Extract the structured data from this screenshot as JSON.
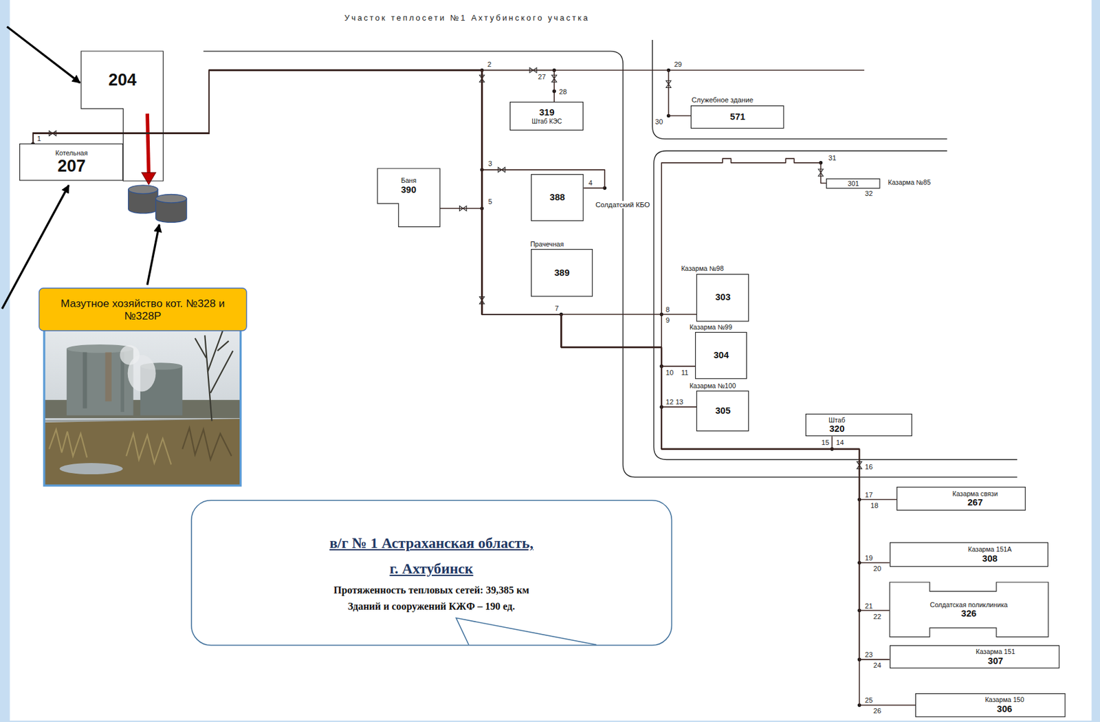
{
  "diagram": {
    "title": "Участок теплосети №1 Ахтубинского участка",
    "nodes": [
      {
        "text": [
          "204"
        ]
      },
      {
        "text": [
          "Котельная",
          "207"
        ]
      },
      {
        "text": [
          "319",
          "Штаб КЭС"
        ]
      },
      {
        "text": [
          "Служебное здание",
          "571"
        ]
      },
      {
        "text": [
          "Баня",
          "390"
        ]
      },
      {
        "text": [
          "388",
          "Солдатский КБО"
        ]
      },
      {
        "text": [
          "301",
          "Казарма №85"
        ]
      },
      {
        "text": [
          "Прачечная",
          "389"
        ]
      },
      {
        "text": [
          "Мазутное хозяйство кот. №328 и №328Р"
        ]
      },
      {
        "text": [
          "Казарма №98",
          "303"
        ]
      },
      {
        "text": [
          "Казарма №99",
          "304"
        ]
      },
      {
        "text": [
          "Казарма №100",
          "305"
        ]
      },
      {
        "text": [
          "Штаб",
          "320"
        ]
      },
      {
        "text": [
          "Казарма связи",
          "267"
        ]
      },
      {
        "text": [
          "в/г № 1 Астраханская область, г. Ахтубинск",
          "Протяженность тепловых сетей: 39,385 км",
          "Зданий и сооружений КЖФ – 190 ед."
        ]
      },
      {
        "text": [
          "Казарма 151А",
          "308"
        ]
      },
      {
        "text": [
          "Солдатская поликлиника",
          "326"
        ]
      },
      {
        "text": [
          "Казарма 151",
          "307"
        ]
      },
      {
        "text": [
          "Казарма 150",
          "306"
        ]
      }
    ],
    "edges": [
      {
        "from": 1,
        "to": 2,
        "arrow": "none"
      },
      {
        "from": 1,
        "to": 3,
        "arrow": "none"
      },
      {
        "from": 1,
        "to": 4,
        "arrow": "none"
      },
      {
        "from": 1,
        "to": 5,
        "arrow": "none"
      },
      {
        "from": 1,
        "to": 6,
        "arrow": "none"
      },
      {
        "from": 1,
        "to": 9,
        "arrow": "none"
      },
      {
        "from": 1,
        "to": 10,
        "arrow": "none"
      },
      {
        "from": 1,
        "to": 11,
        "arrow": "none"
      },
      {
        "from": 1,
        "to": 12,
        "arrow": "none"
      },
      {
        "from": 1,
        "to": 13,
        "arrow": "none"
      },
      {
        "from": 1,
        "to": 15,
        "arrow": "none"
      },
      {
        "from": 1,
        "to": 16,
        "arrow": "none"
      },
      {
        "from": 1,
        "to": 17,
        "arrow": "none"
      },
      {
        "from": 1,
        "to": 18,
        "arrow": "none"
      }
    ],
    "labels": [
      "1",
      "2",
      "27",
      "28",
      "29",
      "30",
      "3",
      "4",
      "5",
      "31",
      "32",
      "7",
      "8",
      "9",
      "10",
      "11",
      "12",
      "13",
      "15",
      "14",
      "16",
      "17",
      "18",
      "19",
      "20",
      "21",
      "22",
      "23",
      "24",
      "25",
      "26"
    ]
  }
}
